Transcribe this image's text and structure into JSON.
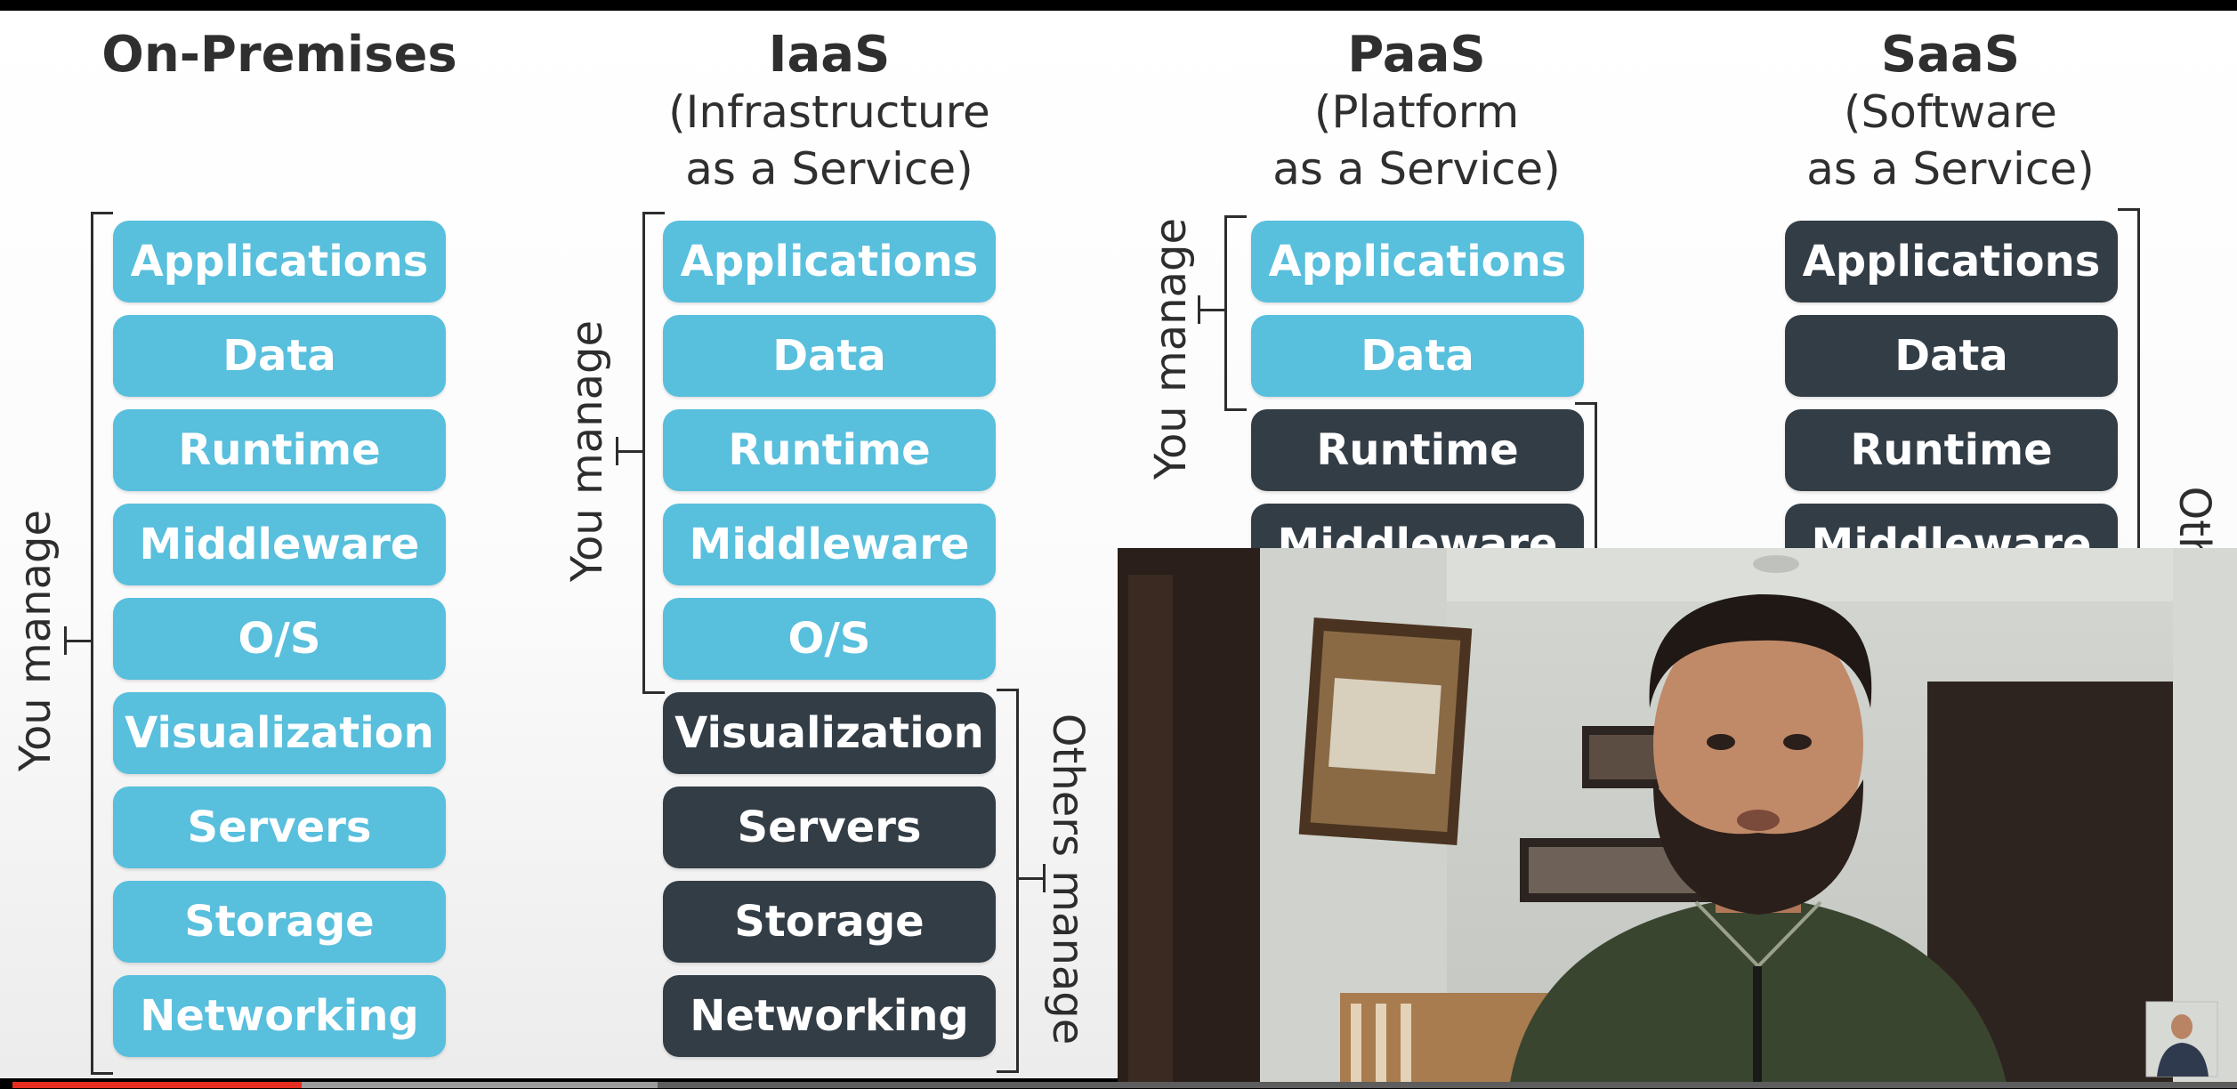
{
  "columns": [
    {
      "title": "On-Premises",
      "subtitle": [],
      "items": [
        "Applications",
        "Data",
        "Runtime",
        "Middleware",
        "O/S",
        "Visualization",
        "Servers",
        "Storage",
        "Networking"
      ],
      "managed_by_you": 9
    },
    {
      "title": "IaaS",
      "subtitle": [
        "(Infrastructure",
        "as a Service)"
      ],
      "items": [
        "Applications",
        "Data",
        "Runtime",
        "Middleware",
        "O/S",
        "Visualization",
        "Servers",
        "Storage",
        "Networking"
      ],
      "managed_by_you": 5
    },
    {
      "title": "PaaS",
      "subtitle": [
        "(Platform",
        "as a Service)"
      ],
      "items": [
        "Applications",
        "Data",
        "Runtime",
        "Middleware"
      ],
      "managed_by_you": 2
    },
    {
      "title": "SaaS",
      "subtitle": [
        "(Software",
        "as a Service)"
      ],
      "items": [
        "Applications",
        "Data",
        "Runtime",
        "Middleware"
      ],
      "managed_by_you": 0
    }
  ],
  "labels": {
    "you_manage": "You manage",
    "others_manage": "Others manage",
    "others_manage_partial": "Oth"
  },
  "colors": {
    "you_manage_box": "#58bfdd",
    "others_manage_box": "#333d46",
    "progress_played": "#e52d1f"
  },
  "video": {
    "progress_fraction": 0.13,
    "buffered_fraction": 0.29
  }
}
